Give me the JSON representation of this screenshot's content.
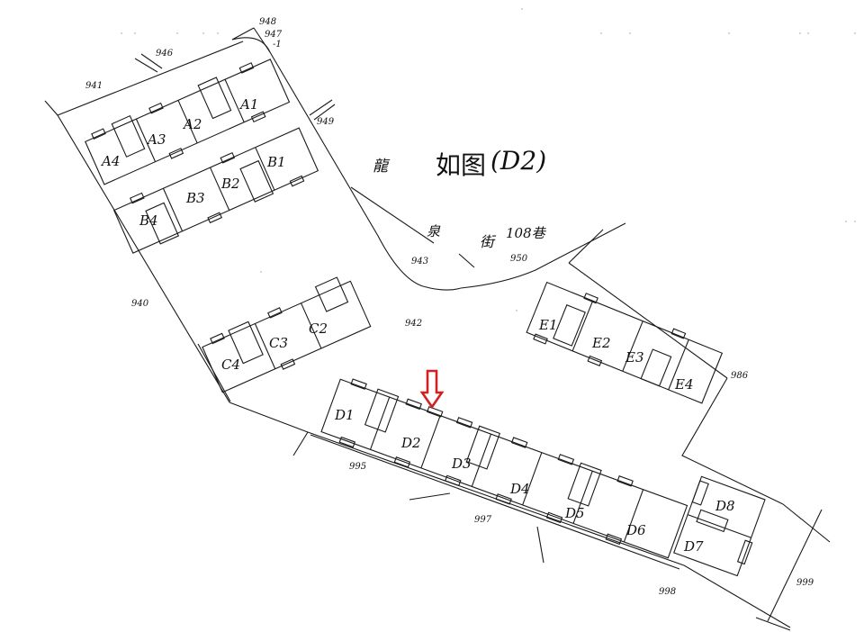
{
  "title": {
    "prefix": "如图",
    "target_unit": "(D2)",
    "street_char_1": "龍",
    "street_char_2": "泉",
    "street_char_3": "街",
    "lane": "108巷"
  },
  "marker": {
    "type": "arrow-down",
    "color": "#d42020",
    "points_to": "D2"
  },
  "lots": [
    "941",
    "946",
    "948",
    "947",
    "-1",
    "949",
    "940",
    "942",
    "943",
    "950",
    "986",
    "995",
    "997",
    "998",
    "999"
  ],
  "units": {
    "A": [
      "A1",
      "A2",
      "A3",
      "A4"
    ],
    "B": [
      "B1",
      "B2",
      "B3",
      "B4"
    ],
    "C": [
      "C2",
      "C3",
      "C4"
    ],
    "D": [
      "D1",
      "D2",
      "D3",
      "D4",
      "D5",
      "D6",
      "D7",
      "D8"
    ],
    "E": [
      "E1",
      "E2",
      "E3",
      "E4"
    ]
  },
  "colors": {
    "line": "#1a1a1a",
    "background": "#ffffff",
    "arrow": "#d42020"
  }
}
